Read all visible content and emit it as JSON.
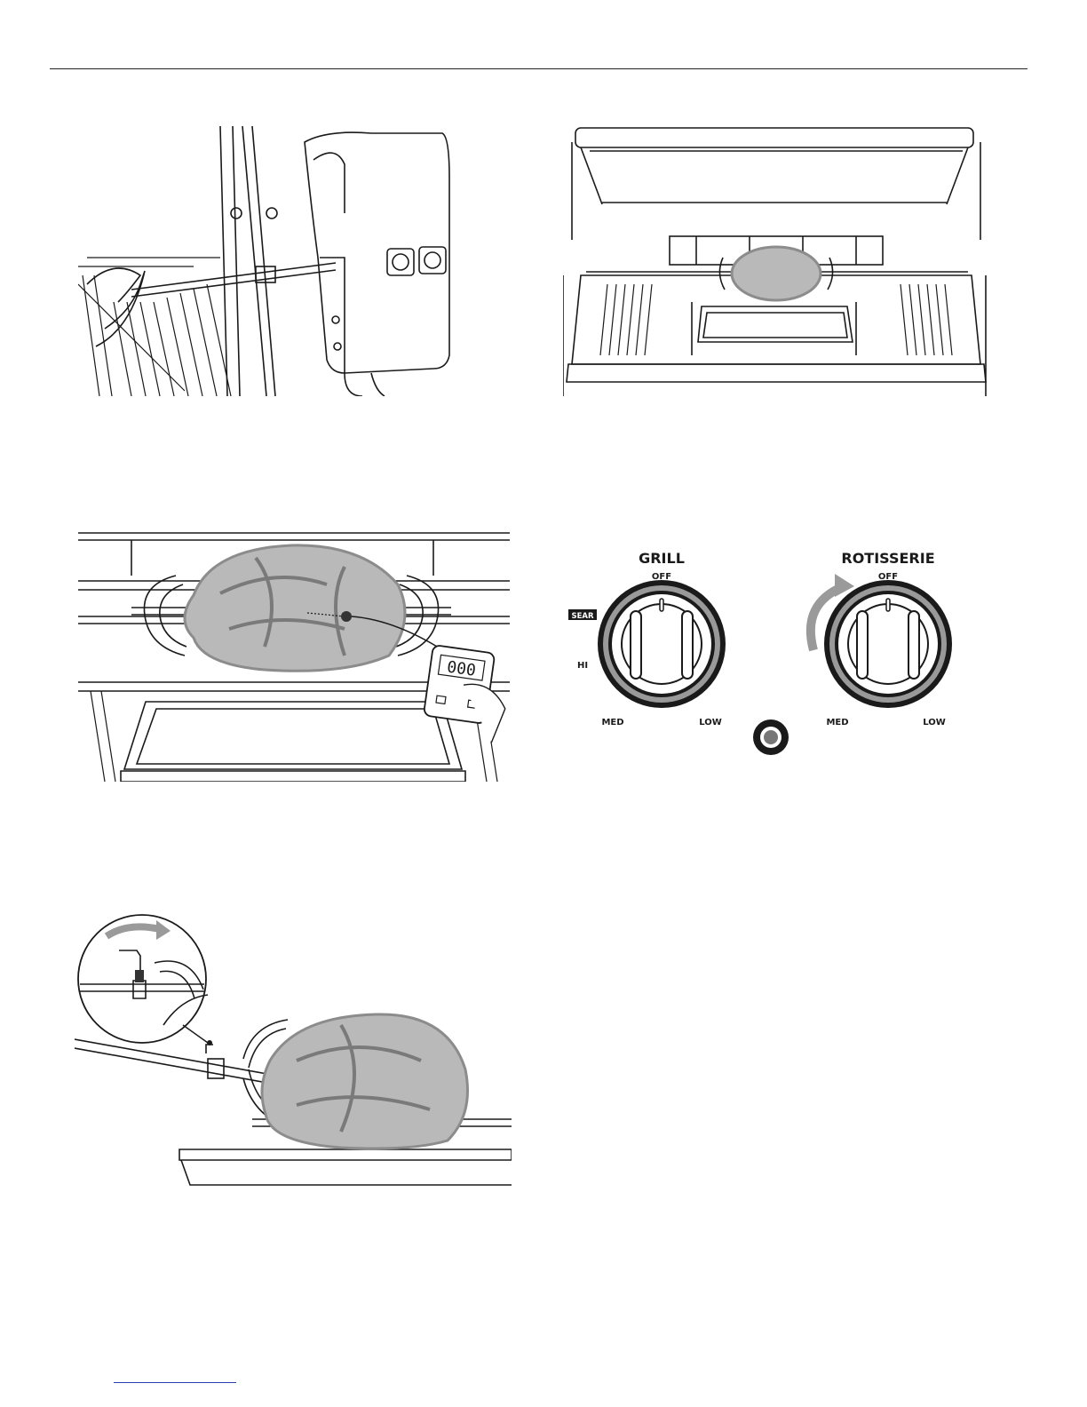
{
  "controls": {
    "grill": {
      "title": "GRILL",
      "off": "OFF",
      "sear": "SEAR",
      "hi": "HI",
      "med": "MED",
      "low": "LOW"
    },
    "rotisserie": {
      "title": "ROTISSERIE",
      "off": "OFF",
      "med": "MED",
      "low": "LOW"
    }
  },
  "thermometer": {
    "display": "000"
  },
  "icons": {
    "rotate_arrow": "curved-arrow-icon",
    "turn_arrow": "turn-arrow-icon"
  },
  "colors": {
    "line": "#1a1a1a",
    "poultry_fill": "#b9b9b9",
    "poultry_stroke": "#8c8c8c",
    "arrow": "#9a9a9a",
    "sear_badge": "#1a1a1a"
  }
}
